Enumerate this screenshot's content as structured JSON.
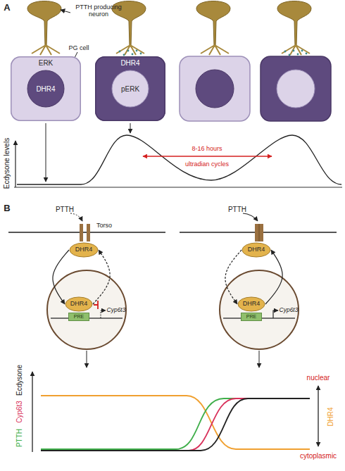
{
  "diagram": {
    "nodes": [
      {
        "text": [
          "ERK"
        ]
      },
      {
        "text": [
          "DHR4"
        ],
        "in": 0
      },
      {
        "text": [
          "DHR4"
        ]
      },
      {
        "text": [
          "pERK"
        ],
        "in": 2
      },
      {
        "text": [
          "DHR4"
        ]
      },
      {
        "text": [
          "DHR4"
        ]
      },
      {
        "text": [
          "PRE"
        ]
      },
      {
        "text": [
          "DHR4"
        ]
      },
      {
        "text": [
          "DHR4"
        ]
      },
      {
        "text": [
          "PRE"
        ]
      }
    ],
    "edges": [
      {
        "from": 4,
        "to": 5,
        "arrow": "to"
      },
      {
        "from": 5,
        "to": 4,
        "arrow": "to"
      },
      {
        "from": 7,
        "to": 8,
        "arrow": "to"
      },
      {
        "from": 8,
        "to": 7,
        "arrow": "to"
      }
    ],
    "labels": [
      "A",
      "PTTH producing neuron",
      "PG cell",
      "Ecdysone levels",
      "8-16 hours ultradian cycles",
      "B",
      "PTTH",
      "Torso",
      "Cyp6t3",
      "PTTH",
      "Cyp6t3",
      "PTTH",
      "Cyp6t3",
      "Ecdysone",
      "nuclear",
      "DHR4",
      "cytoplasmic"
    ]
  }
}
